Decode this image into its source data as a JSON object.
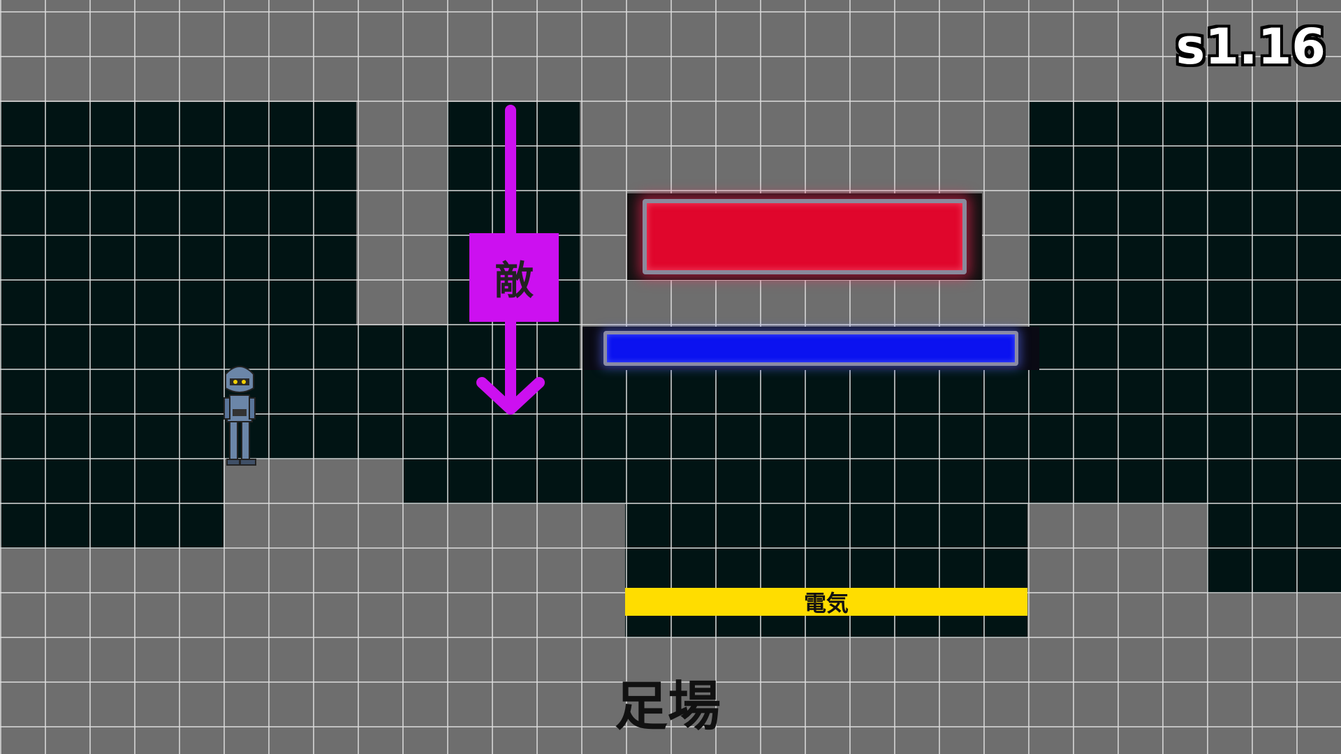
{
  "hud": {
    "version": "s1.16"
  },
  "labels": {
    "enemy": "敵",
    "electric": "電気",
    "scaffold": "足場"
  },
  "colors": {
    "background": "#6e6e6e",
    "dark_zone": "#011414",
    "enemy": "#cc10f0",
    "red_bar": "#e0062c",
    "blue_bar": "#0b12f0",
    "electric": "#ffdd00"
  },
  "objects": {
    "player": "player-character",
    "red_block": "red-platform",
    "blue_block": "blue-platform",
    "enemy_path": "down-arrow"
  }
}
